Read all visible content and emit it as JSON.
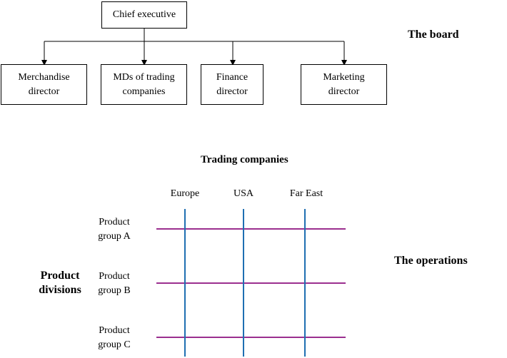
{
  "board": {
    "label": "The board",
    "chief": "Chief executive",
    "directors": [
      "Merchandise\ndirector",
      "MDs of trading\ncompanies",
      "Finance\ndirector",
      "Marketing\ndirector"
    ]
  },
  "operations": {
    "label": "The operations",
    "columns_title": "Trading companies",
    "columns": [
      "Europe",
      "USA",
      "Far East"
    ],
    "rows_title": "Product\ndivisions",
    "rows": [
      "Product\ngroup A",
      "Product\ngroup B",
      "Product\ngroup C"
    ],
    "colors": {
      "column_lines": "#1f6fb2",
      "row_lines": "#9b2f8f"
    }
  }
}
